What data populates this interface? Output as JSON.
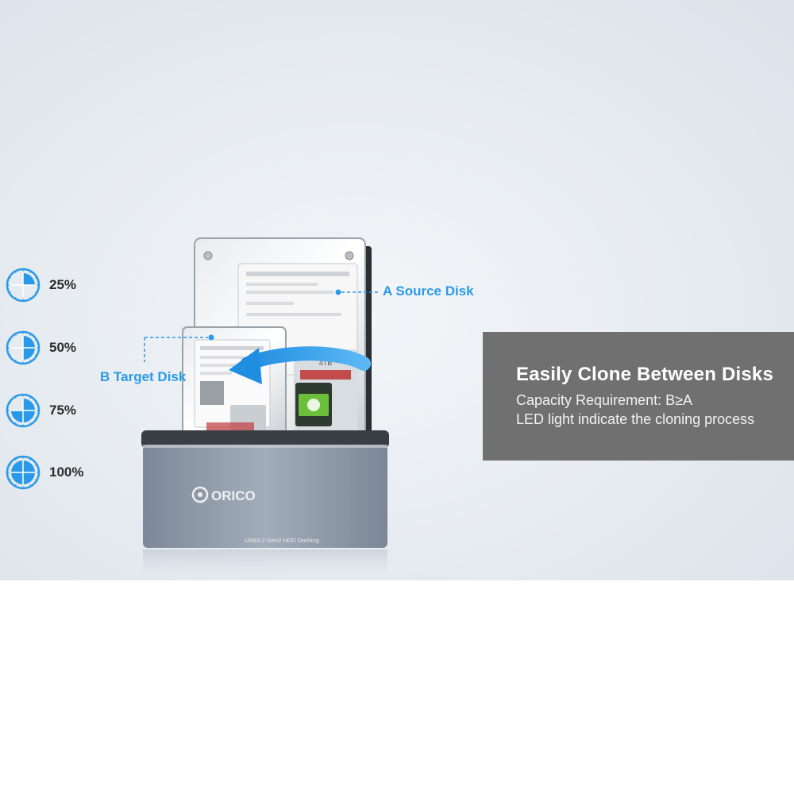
{
  "progress_levels": [
    {
      "label": "25%",
      "fraction": 0.25
    },
    {
      "label": "50%",
      "fraction": 0.5
    },
    {
      "label": "75%",
      "fraction": 0.75
    },
    {
      "label": "100%",
      "fraction": 1.0
    }
  ],
  "callouts": {
    "source": "A Source Disk",
    "target": "B Target Disk"
  },
  "info": {
    "title": "Easily Clone Between Disks",
    "lines": [
      "Capacity Requirement: B≥A",
      "LED light indicate the cloning process"
    ]
  },
  "dock": {
    "brand": "ORICO",
    "model": "USB3.2 Gen2 HDD Docking",
    "hdd_capacity": "4TB"
  },
  "colors": {
    "accent": "#2a9ae8",
    "info_bg": "#707070",
    "dock_body": "#8d9aa8"
  },
  "icons": [
    "clock-progress-icon",
    "arrow-left-icon"
  ]
}
